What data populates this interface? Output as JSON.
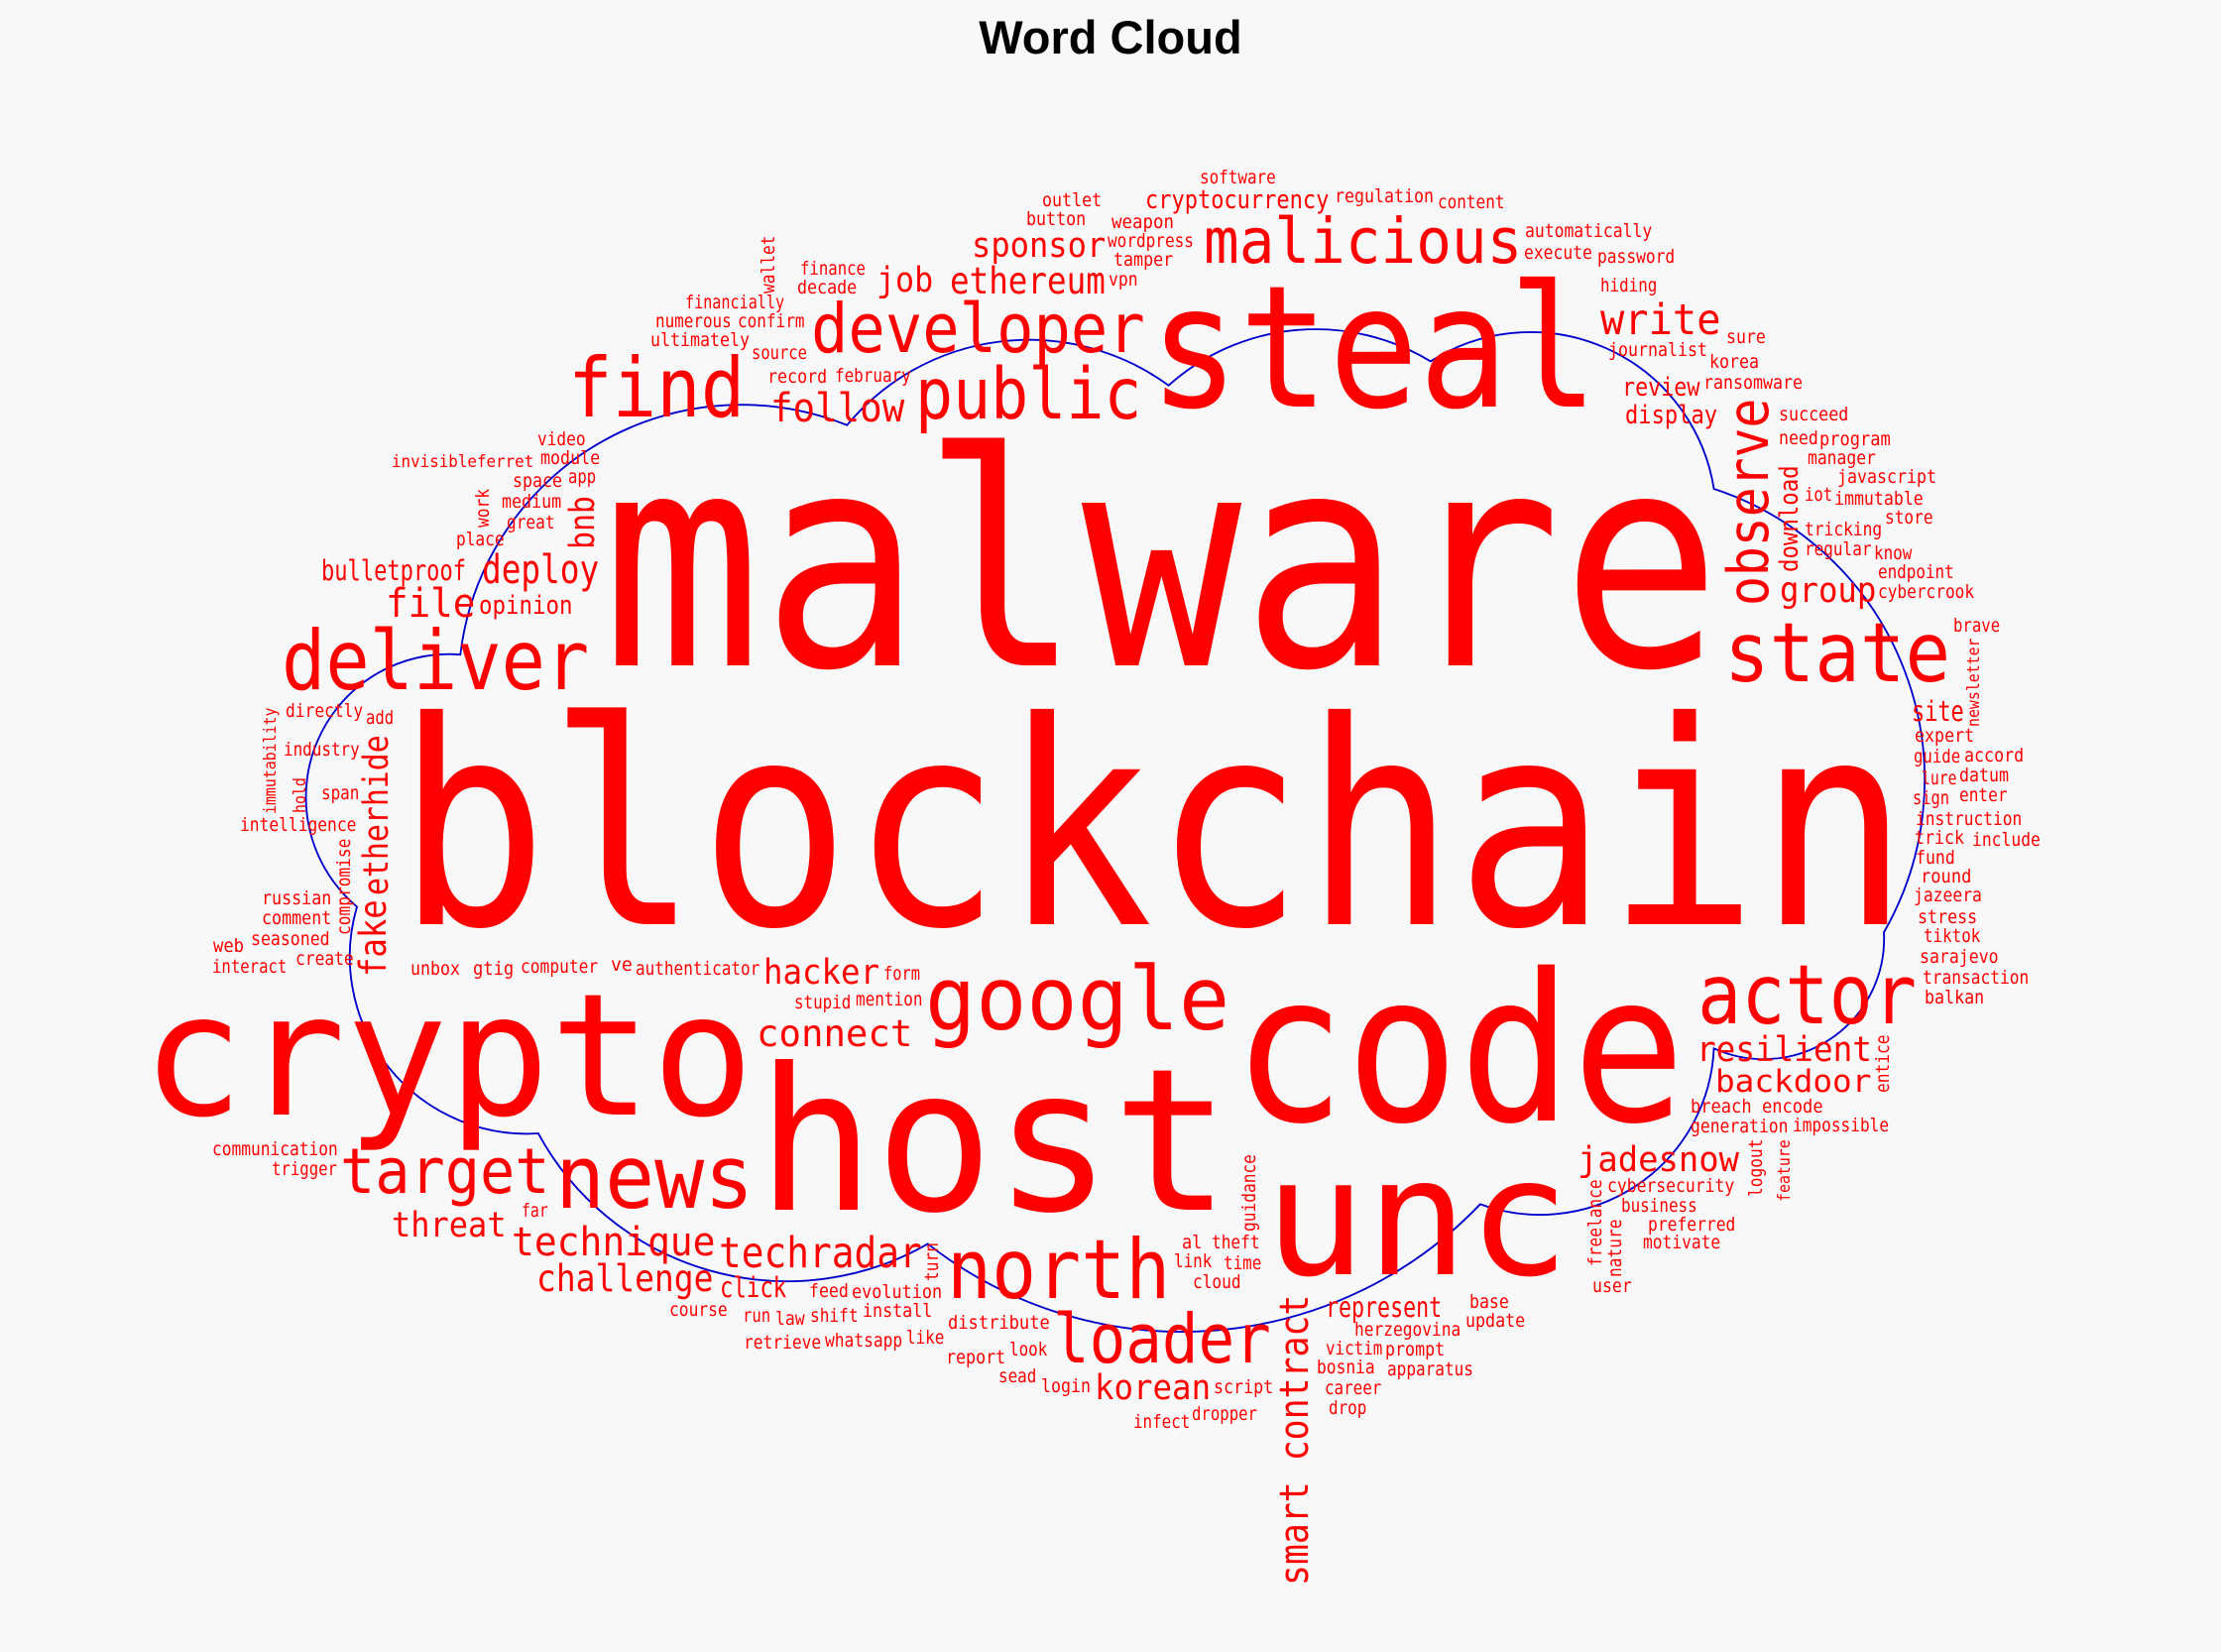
{
  "chart_data": {
    "type": "wordcloud",
    "title": "Word Cloud",
    "word_color": "#ff0000",
    "outline_color": "#0000cc",
    "background": "#f8f8f8",
    "words": [
      {
        "text": "blockchain",
        "weight": 1.0
      },
      {
        "text": "malware",
        "weight": 1.0
      },
      {
        "text": "steal",
        "weight": 0.6
      },
      {
        "text": "crypto",
        "weight": 0.6
      },
      {
        "text": "code",
        "weight": 0.72
      },
      {
        "text": "host",
        "weight": 0.7
      },
      {
        "text": "unc",
        "weight": 0.57
      },
      {
        "text": "google",
        "weight": 0.31
      },
      {
        "text": "actor",
        "weight": 0.29
      },
      {
        "text": "north",
        "weight": 0.29
      },
      {
        "text": "news",
        "weight": 0.31
      },
      {
        "text": "target",
        "weight": 0.22
      },
      {
        "text": "loader",
        "weight": 0.24
      },
      {
        "text": "deliver",
        "weight": 0.29
      },
      {
        "text": "public",
        "weight": 0.25
      },
      {
        "text": "state",
        "weight": 0.29
      },
      {
        "text": "developer",
        "weight": 0.24
      },
      {
        "text": "malicious",
        "weight": 0.22
      },
      {
        "text": "find",
        "weight": 0.29
      },
      {
        "text": "observe",
        "weight": 0.2
      },
      {
        "text": "write",
        "weight": 0.15
      },
      {
        "text": "cryptocurrency",
        "weight": 0.09
      },
      {
        "text": "regulation",
        "weight": 0.065
      },
      {
        "text": "journalist",
        "weight": 0.065
      },
      {
        "text": "hiding",
        "weight": 0.065
      },
      {
        "text": "job",
        "weight": 0.12
      },
      {
        "text": "february",
        "weight": 0.065
      },
      {
        "text": "tamper",
        "weight": 0.065
      },
      {
        "text": "record",
        "weight": 0.065
      },
      {
        "text": "wordpress",
        "weight": 0.065
      },
      {
        "text": "review",
        "weight": 0.09
      },
      {
        "text": "execute",
        "weight": 0.065
      },
      {
        "text": "automatically",
        "weight": 0.065
      },
      {
        "text": "content",
        "weight": 0.065
      },
      {
        "text": "ransomware",
        "weight": 0.065
      },
      {
        "text": "korea",
        "weight": 0.065
      },
      {
        "text": "display",
        "weight": 0.09
      },
      {
        "text": "ultimately",
        "weight": 0.065
      },
      {
        "text": "module",
        "weight": 0.065
      },
      {
        "text": "confirm",
        "weight": 0.065
      },
      {
        "text": "financially",
        "weight": 0.065
      },
      {
        "text": "decade",
        "weight": 0.065
      },
      {
        "text": "button",
        "weight": 0.065
      },
      {
        "text": "sponsor",
        "weight": 0.12
      },
      {
        "text": "app",
        "weight": 0.065
      },
      {
        "text": "need",
        "weight": 0.065
      },
      {
        "text": "succeed",
        "weight": 0.065
      },
      {
        "text": "manager",
        "weight": 0.065
      },
      {
        "text": "outlet",
        "weight": 0.065
      },
      {
        "text": "follow",
        "weight": 0.14
      },
      {
        "text": "ethereum",
        "weight": 0.13
      },
      {
        "text": "bnb",
        "weight": 0.12
      },
      {
        "text": "invisibleferret",
        "weight": 0.06
      },
      {
        "text": "source",
        "weight": 0.065
      },
      {
        "text": "numerous",
        "weight": 0.065
      },
      {
        "text": "finance",
        "weight": 0.065
      },
      {
        "text": "great",
        "weight": 0.065
      },
      {
        "text": "download",
        "weight": 0.09
      },
      {
        "text": "iot",
        "weight": 0.065
      },
      {
        "text": "regular",
        "weight": 0.065
      },
      {
        "text": "software",
        "weight": 0.065
      },
      {
        "text": "weapon",
        "weight": 0.065
      },
      {
        "text": "tricking",
        "weight": 0.065
      },
      {
        "text": "deploy",
        "weight": 0.14
      },
      {
        "text": "medium",
        "weight": 0.065
      },
      {
        "text": "wallet",
        "weight": 0.065
      },
      {
        "text": "know",
        "weight": 0.065
      },
      {
        "text": "immutable",
        "weight": 0.065
      },
      {
        "text": "place",
        "weight": 0.065
      },
      {
        "text": "space",
        "weight": 0.065
      },
      {
        "text": "program",
        "weight": 0.065
      },
      {
        "text": "cybercrook",
        "weight": 0.065
      },
      {
        "text": "work",
        "weight": 0.065
      },
      {
        "text": "javascript",
        "weight": 0.065
      },
      {
        "text": "endpoint",
        "weight": 0.065
      },
      {
        "text": "file",
        "weight": 0.14
      },
      {
        "text": "video",
        "weight": 0.065
      },
      {
        "text": "form",
        "weight": 0.065
      },
      {
        "text": "store",
        "weight": 0.065
      },
      {
        "text": "brave",
        "weight": 0.065
      },
      {
        "text": "vpn",
        "weight": 0.065
      },
      {
        "text": "sure",
        "weight": 0.065
      },
      {
        "text": "expert",
        "weight": 0.065
      },
      {
        "text": "guide",
        "weight": 0.065
      },
      {
        "text": "bulletproof",
        "weight": 0.1
      },
      {
        "text": "mention",
        "weight": 0.065
      },
      {
        "text": "group",
        "weight": 0.12
      },
      {
        "text": "password",
        "weight": 0.065
      },
      {
        "text": "lure",
        "weight": 0.065
      },
      {
        "text": "add",
        "weight": 0.065
      },
      {
        "text": "directly",
        "weight": 0.065
      },
      {
        "text": "guidance",
        "weight": 0.065
      },
      {
        "text": "stupid",
        "weight": 0.065
      },
      {
        "text": "industry",
        "weight": 0.065
      },
      {
        "text": "site",
        "weight": 0.1
      },
      {
        "text": "opinion",
        "weight": 0.09
      },
      {
        "text": "authenticator",
        "weight": 0.065
      },
      {
        "text": "sign",
        "weight": 0.065
      },
      {
        "text": "instruction",
        "weight": 0.065
      },
      {
        "text": "accord",
        "weight": 0.065
      },
      {
        "text": "span",
        "weight": 0.065
      },
      {
        "text": "etherhide",
        "weight": 0.12
      },
      {
        "text": "compromise",
        "weight": 0.065
      },
      {
        "text": "immutability",
        "weight": 0.06
      },
      {
        "text": "hold",
        "weight": 0.06
      },
      {
        "text": "newsletter",
        "weight": 0.06
      },
      {
        "text": "freelance",
        "weight": 0.065
      },
      {
        "text": "ve",
        "weight": 0.065
      },
      {
        "text": "trick",
        "weight": 0.065
      },
      {
        "text": "computer",
        "weight": 0.065
      },
      {
        "text": "theft",
        "weight": 0.065
      },
      {
        "text": "breach",
        "weight": 0.065
      },
      {
        "text": "fund",
        "weight": 0.065
      },
      {
        "text": "gtig",
        "weight": 0.065
      },
      {
        "text": "generation",
        "weight": 0.065
      },
      {
        "text": "round",
        "weight": 0.065
      },
      {
        "text": "jazeera",
        "weight": 0.065
      },
      {
        "text": "enter",
        "weight": 0.065
      },
      {
        "text": "stress",
        "weight": 0.065
      },
      {
        "text": "tiktok",
        "weight": 0.065
      },
      {
        "text": "evolution",
        "weight": 0.065
      },
      {
        "text": "sarajevo",
        "weight": 0.065
      },
      {
        "text": "datum",
        "weight": 0.065
      },
      {
        "text": "include",
        "weight": 0.065
      },
      {
        "text": "time",
        "weight": 0.065
      },
      {
        "text": "unbox",
        "weight": 0.065
      },
      {
        "text": "hacker",
        "weight": 0.12
      },
      {
        "text": "create",
        "weight": 0.065
      },
      {
        "text": "intelligence",
        "weight": 0.065
      },
      {
        "text": "distribute",
        "weight": 0.065
      },
      {
        "text": "cybersecurity",
        "weight": 0.065
      },
      {
        "text": "resilient",
        "weight": 0.12
      },
      {
        "text": "transaction",
        "weight": 0.065
      },
      {
        "text": "link",
        "weight": 0.065
      },
      {
        "text": "fake",
        "weight": 0.13
      },
      {
        "text": "smart contract",
        "weight": 0.14
      },
      {
        "text": "feature",
        "weight": 0.06
      },
      {
        "text": "feed",
        "weight": 0.065
      },
      {
        "text": "balkan",
        "weight": 0.065
      },
      {
        "text": "cloud",
        "weight": 0.065
      },
      {
        "text": "seasoned",
        "weight": 0.065
      },
      {
        "text": "encode",
        "weight": 0.065
      },
      {
        "text": "logout",
        "weight": 0.065
      },
      {
        "text": "comment",
        "weight": 0.065
      },
      {
        "text": "herzegovina",
        "weight": 0.065
      },
      {
        "text": "business",
        "weight": 0.065
      },
      {
        "text": "russian",
        "weight": 0.065
      },
      {
        "text": "backdoor",
        "weight": 0.11
      },
      {
        "text": "interact",
        "weight": 0.065
      },
      {
        "text": "impossible",
        "weight": 0.065
      },
      {
        "text": "victim",
        "weight": 0.065
      },
      {
        "text": "connect",
        "weight": 0.13
      },
      {
        "text": "base",
        "weight": 0.065
      },
      {
        "text": "communication",
        "weight": 0.065
      },
      {
        "text": "install",
        "weight": 0.065
      },
      {
        "text": "look",
        "weight": 0.065
      },
      {
        "text": "web",
        "weight": 0.065
      },
      {
        "text": "entice",
        "weight": 0.065
      },
      {
        "text": "script",
        "weight": 0.065
      },
      {
        "text": "turn",
        "weight": 0.065
      },
      {
        "text": "prompt",
        "weight": 0.065
      },
      {
        "text": "click",
        "weight": 0.1
      },
      {
        "text": "trigger",
        "weight": 0.065
      },
      {
        "text": "shift",
        "weight": 0.065
      },
      {
        "text": "like",
        "weight": 0.065
      },
      {
        "text": "report",
        "weight": 0.065
      },
      {
        "text": "preferred",
        "weight": 0.065
      },
      {
        "text": "threat",
        "weight": 0.12
      },
      {
        "text": "jadesnow",
        "weight": 0.12
      },
      {
        "text": "login",
        "weight": 0.065
      },
      {
        "text": "bosnia",
        "weight": 0.065
      },
      {
        "text": "nature",
        "weight": 0.065
      },
      {
        "text": "course",
        "weight": 0.065
      },
      {
        "text": "technique",
        "weight": 0.14
      },
      {
        "text": "motivate",
        "weight": 0.065
      },
      {
        "text": "law",
        "weight": 0.065
      },
      {
        "text": "al",
        "weight": 0.065
      },
      {
        "text": "represent",
        "weight": 0.1
      },
      {
        "text": "user",
        "weight": 0.065
      },
      {
        "text": "challenge",
        "weight": 0.13
      },
      {
        "text": "update",
        "weight": 0.065
      },
      {
        "text": "far",
        "weight": 0.065
      },
      {
        "text": "whatsapp",
        "weight": 0.065
      },
      {
        "text": "dropper",
        "weight": 0.065
      },
      {
        "text": "apparatus",
        "weight": 0.065
      },
      {
        "text": "techradar",
        "weight": 0.15
      },
      {
        "text": "run",
        "weight": 0.065
      },
      {
        "text": "retrieve",
        "weight": 0.065
      },
      {
        "text": "career",
        "weight": 0.065
      },
      {
        "text": "infect",
        "weight": 0.065
      },
      {
        "text": "sead",
        "weight": 0.065
      },
      {
        "text": "drop",
        "weight": 0.065
      },
      {
        "text": "korean",
        "weight": 0.12
      }
    ]
  }
}
